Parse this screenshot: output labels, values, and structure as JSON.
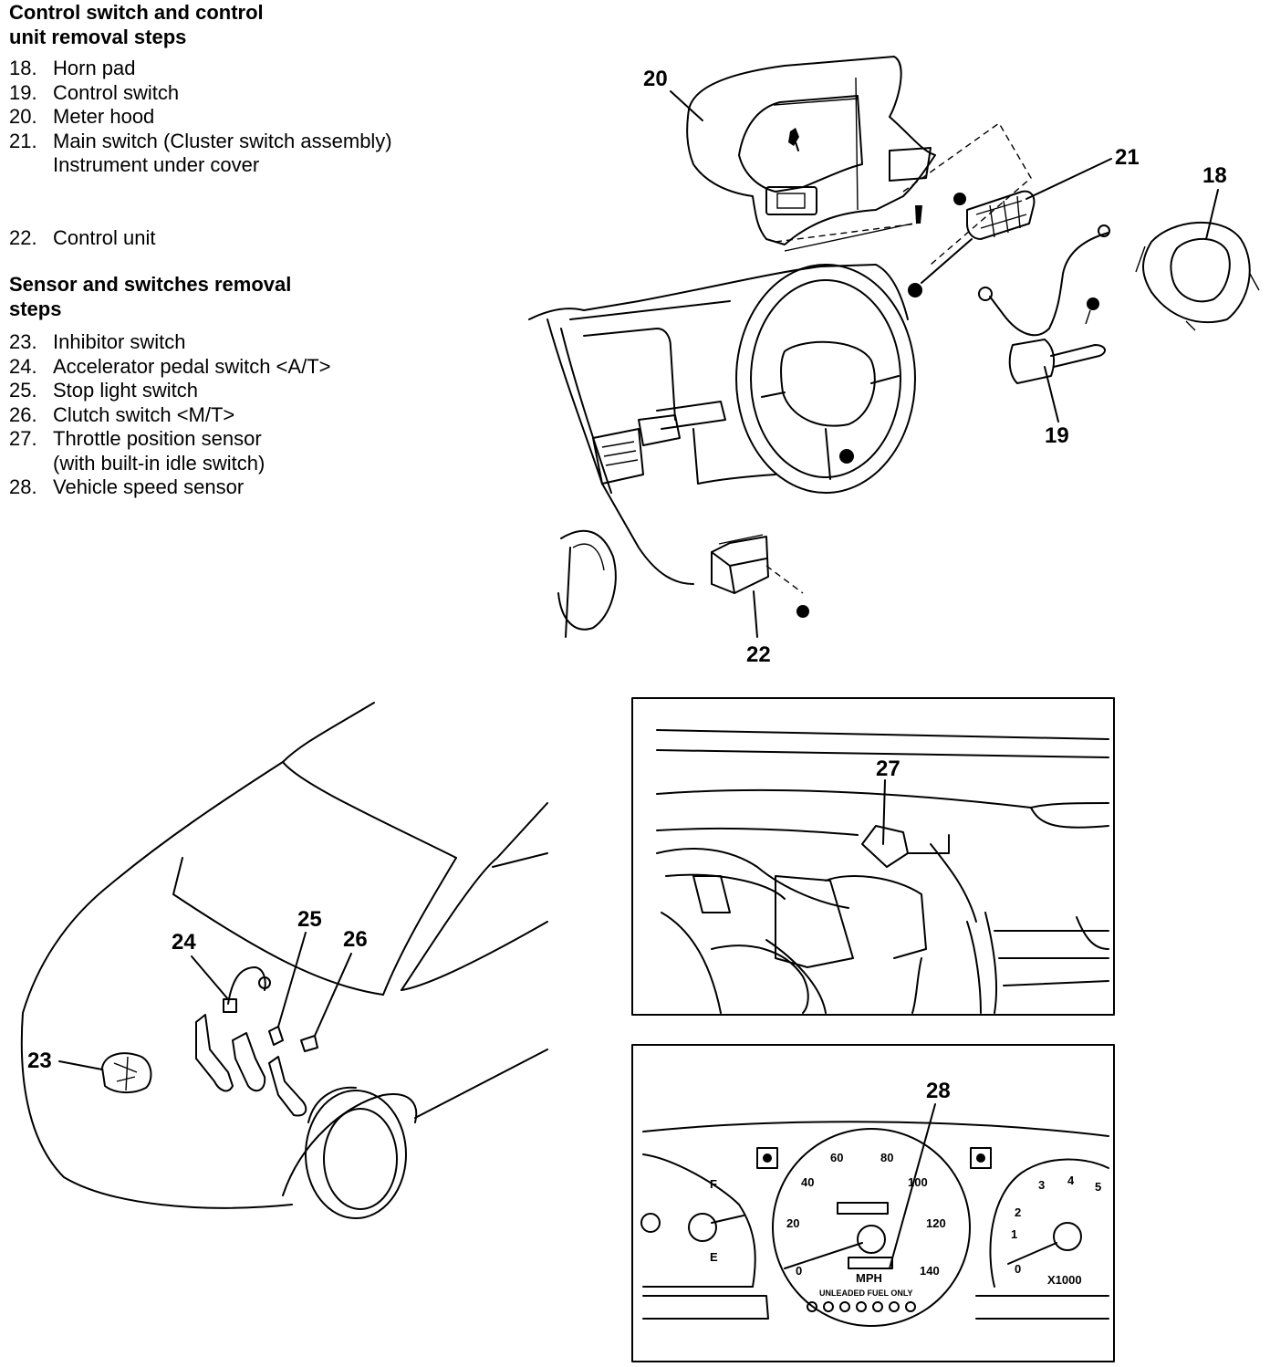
{
  "section_control": {
    "heading": "Control switch and control\nunit removal steps",
    "steps": [
      {
        "num": "18.",
        "text": "Horn pad"
      },
      {
        "num": "19.",
        "text": "Control switch"
      },
      {
        "num": "20.",
        "text": "Meter hood"
      },
      {
        "num": "21.",
        "text": "Main switch (Cluster switch assembly)\nInstrument under cover"
      },
      {
        "num": "22.",
        "text": "Control unit"
      }
    ]
  },
  "section_sensor": {
    "heading": "Sensor and switches removal\nsteps",
    "steps": [
      {
        "num": "23.",
        "text": "Inhibitor switch"
      },
      {
        "num": "24.",
        "text": "Accelerator pedal switch <A/T>"
      },
      {
        "num": "25.",
        "text": "Stop light switch"
      },
      {
        "num": "26.",
        "text": "Clutch switch <M/T>"
      },
      {
        "num": "27.",
        "text": "Throttle position sensor\n(with built-in idle switch)"
      },
      {
        "num": "28.",
        "text": "Vehicle speed sensor"
      }
    ]
  },
  "callouts": {
    "c18": "18",
    "c19": "19",
    "c20": "20",
    "c21": "21",
    "c22": "22",
    "c23": "23",
    "c24": "24",
    "c25": "25",
    "c26": "26",
    "c27": "27",
    "c28": "28"
  },
  "gauges": {
    "speed_marks": [
      "20",
      "40",
      "60",
      "80",
      "100",
      "120",
      "140",
      "0"
    ],
    "tach_marks": [
      "1",
      "2",
      "3",
      "4",
      "5",
      "0"
    ],
    "mph": "MPH",
    "tach_unit": "X1000",
    "fuel_e": "E",
    "fuel_f": "F",
    "unleaded": "UNLEADED FUEL ONLY"
  }
}
